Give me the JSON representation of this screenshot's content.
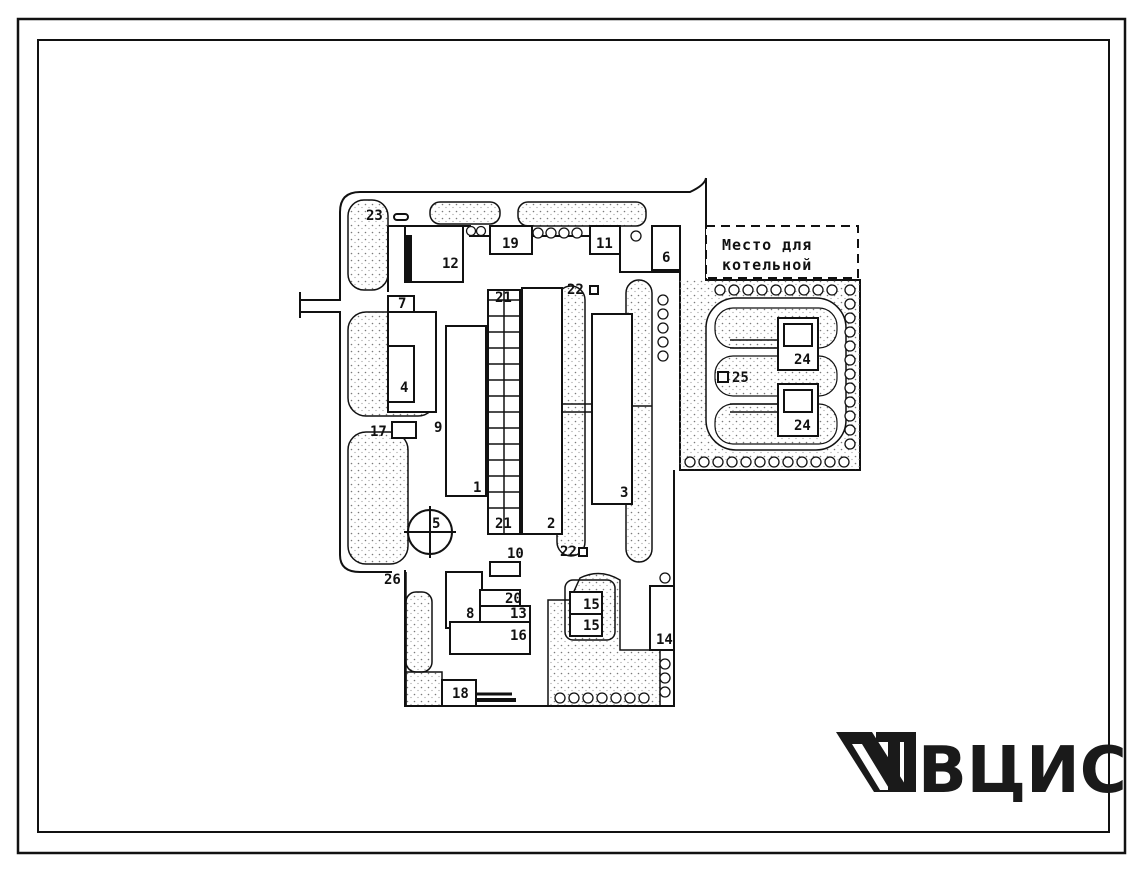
{
  "labels": {
    "b1": "1",
    "b2": "2",
    "b3": "3",
    "b4": "4",
    "b5": "5",
    "b6": "6",
    "b7": "7",
    "b8": "8",
    "b9": "9",
    "b10": "10",
    "b11": "11",
    "b12": "12",
    "b13": "13",
    "b14": "14",
    "b15a": "15",
    "b15b": "15",
    "b16": "16",
    "b17": "17",
    "b18": "18",
    "b19": "19",
    "b20": "20",
    "b21a": "21",
    "b21b": "21",
    "b22a": "22",
    "b22b": "22",
    "b23": "23",
    "b24a": "24",
    "b24b": "24",
    "b25": "25",
    "b26": "26"
  },
  "boiler_note": {
    "line1": "Место для",
    "line2": "котельной"
  },
  "logo": {
    "text": "ВЦИС",
    "mark": "vcis-logo-mark"
  },
  "colors": {
    "ink": "#111111",
    "stipple": "#8a8a8a",
    "paper": "#ffffff"
  }
}
